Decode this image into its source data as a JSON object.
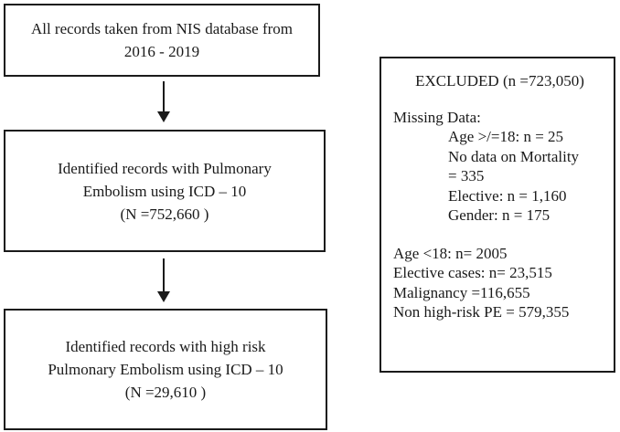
{
  "flowchart": {
    "boxes": [
      {
        "id": "source",
        "lines": [
          "All records taken from NIS database from",
          "2016 - 2019"
        ]
      },
      {
        "id": "pe-records",
        "lines": [
          "Identified records with Pulmonary",
          "Embolism using ICD – 10",
          "(N =752,660 )"
        ]
      },
      {
        "id": "high-risk-pe",
        "lines": [
          "Identified records with high risk",
          "Pulmonary Embolism using ICD – 10",
          "(N =29,610 )"
        ]
      }
    ]
  },
  "excluded_box": {
    "title": "EXCLUDED (n =723,050)",
    "missing_data_header": "Missing Data:",
    "missing_data_items": [
      "Age >/=18: n = 25",
      "No data on Mortality",
      "= 335",
      "Elective: n = 1,160",
      "Gender: n = 175"
    ],
    "exclusion_items": [
      "Age <18: n= 2005",
      "Elective cases: n= 23,515",
      "Malignancy =116,655",
      "Non high-risk PE = 579,355"
    ]
  },
  "colors": {
    "line": "#1a1a1a",
    "text": "#1a1a1a",
    "background": "#ffffff"
  }
}
